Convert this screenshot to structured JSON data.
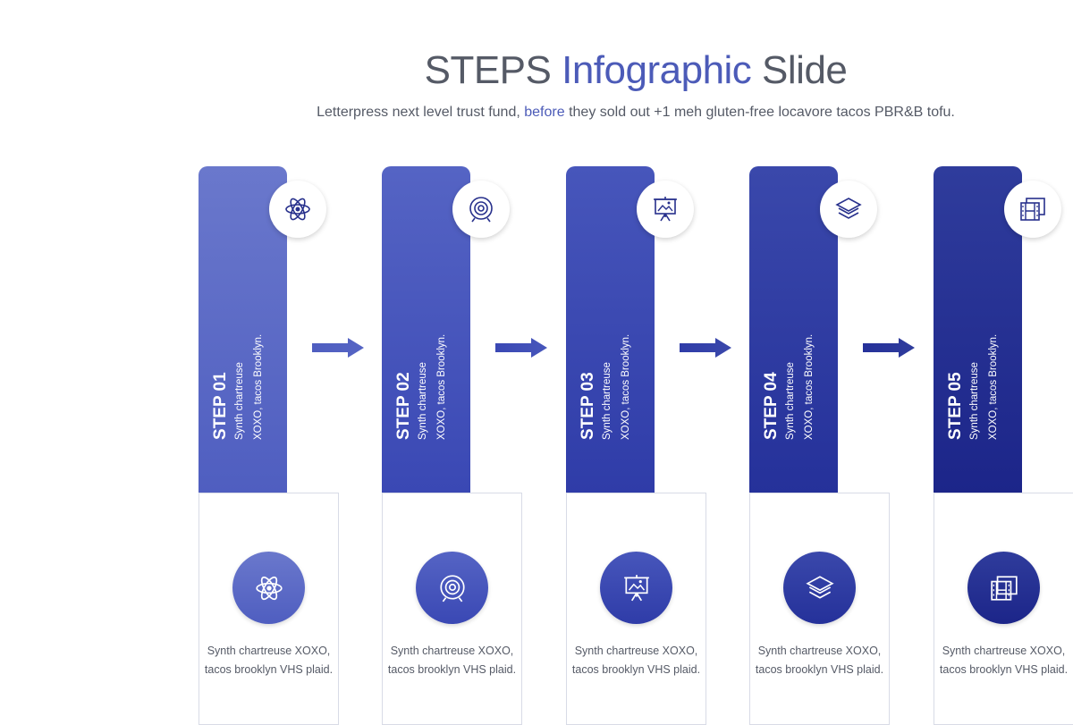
{
  "header": {
    "title_part1": "STEPS",
    "title_accent": "Infographic",
    "title_part2": "Slide",
    "subtitle_part1": "Letterpress next level trust fund,",
    "subtitle_accent": "before",
    "subtitle_part2": "they sold out +1 meh gluten-free locavore tacos PBR&B tofu."
  },
  "colors": {
    "accent": "#4c5bb8",
    "text": "#555a66"
  },
  "steps": [
    {
      "label": "STEP 01",
      "desc": "Synth chartreuse XOXO, tacos Brooklyn.",
      "card_text": "Synth chartreuse XOXO, tacos brooklyn VHS plaid.",
      "icon": "atom-icon",
      "color_top": "#6a78cc",
      "color_bottom": "#4f5ec0"
    },
    {
      "label": "STEP 02",
      "desc": "Synth chartreuse XOXO, tacos Brooklyn.",
      "card_text": "Synth chartreuse XOXO, tacos brooklyn VHS plaid.",
      "icon": "target-icon",
      "color_top": "#5564c4",
      "color_bottom": "#3a48b4"
    },
    {
      "label": "STEP 03",
      "desc": "Synth chartreuse XOXO, tacos Brooklyn.",
      "card_text": "Synth chartreuse XOXO, tacos brooklyn VHS plaid.",
      "icon": "presentation-icon",
      "color_top": "#4756bb",
      "color_bottom": "#2f3ca8"
    },
    {
      "label": "STEP 04",
      "desc": "Synth chartreuse XOXO, tacos Brooklyn.",
      "card_text": "Synth chartreuse XOXO, tacos brooklyn VHS plaid.",
      "icon": "layers-icon",
      "color_top": "#3a48ab",
      "color_bottom": "#25319a"
    },
    {
      "label": "STEP 05",
      "desc": "Synth chartreuse XOXO, tacos Brooklyn.",
      "card_text": "Synth chartreuse XOXO, tacos brooklyn VHS plaid.",
      "icon": "film-icon",
      "color_top": "#2f3c9c",
      "color_bottom": "#1c2589"
    }
  ]
}
